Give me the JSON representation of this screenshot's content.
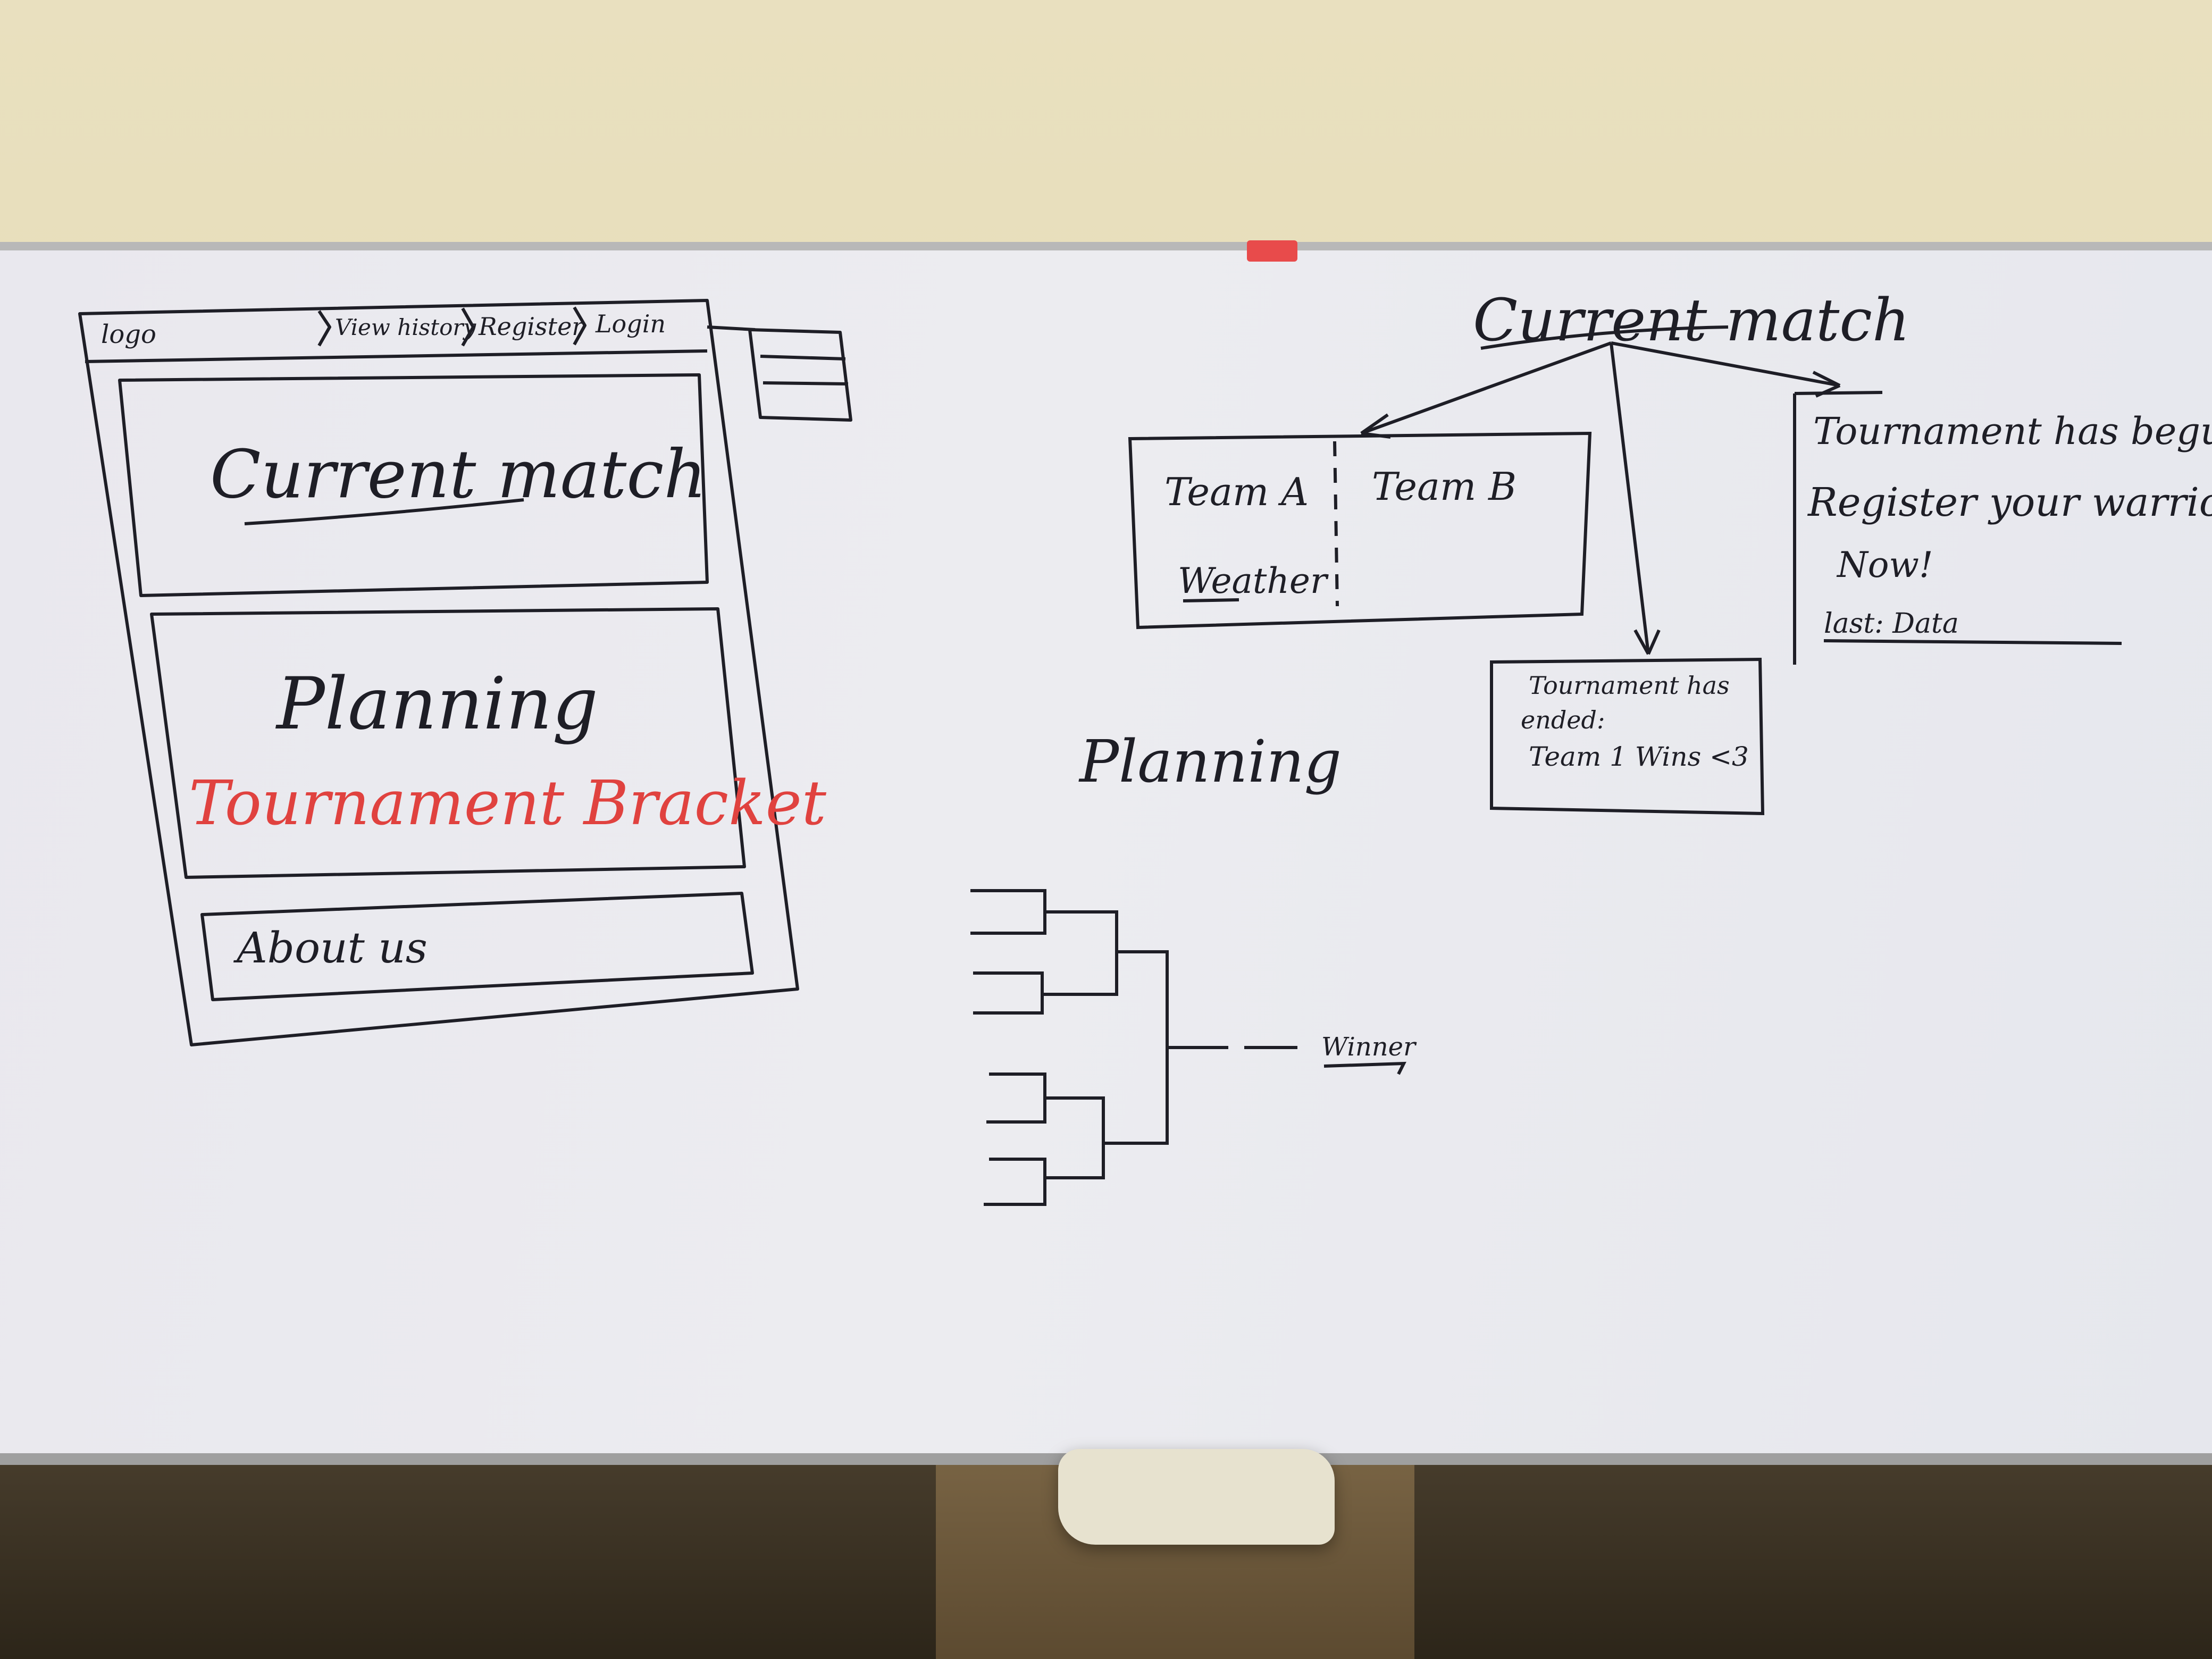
{
  "colors": {
    "marker_black": "#1e1e26",
    "marker_red": "#e0423f",
    "board": "#ececf0"
  },
  "wireframe": {
    "header": {
      "logo": "logo",
      "nav": [
        "View history",
        "Register",
        "Login"
      ]
    },
    "sections": {
      "current_match": "Current match",
      "planning": "Planning",
      "tournament_bracket": "Tournament Bracket",
      "about": "About us"
    }
  },
  "current_match_diagram": {
    "title": "Current match",
    "match_box": {
      "team_a": "Team A",
      "team_b": "Team B",
      "weather": "Weather"
    },
    "ended_box": [
      "Tournament has",
      "ended:",
      "Team 1 Wins <3"
    ],
    "begin_box": [
      "Tournament has begun",
      "Register your warriors",
      "Now!",
      "last: Data"
    ]
  },
  "planning_diagram": {
    "title": "Planning",
    "winner": "Winner"
  }
}
